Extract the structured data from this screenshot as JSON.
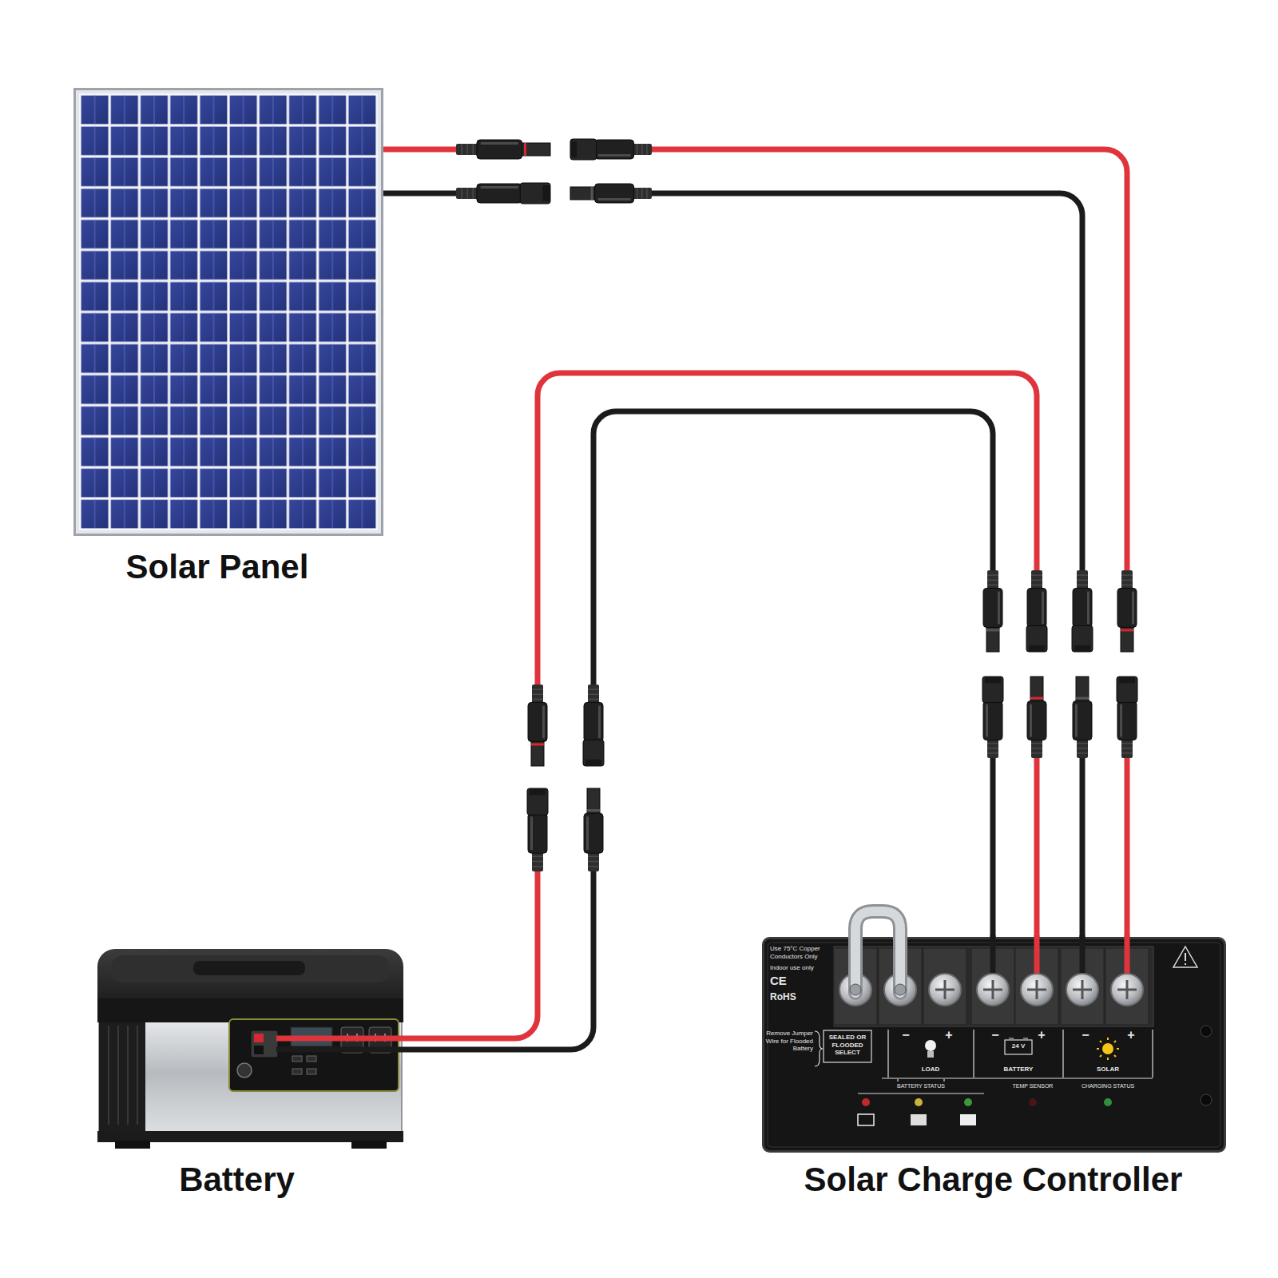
{
  "diagram": {
    "nodes": [
      {
        "text": [
          "Solar Panel"
        ]
      },
      {
        "text": [
          "Battery"
        ]
      },
      {
        "text": [
          "Solar Charge Controller"
        ]
      }
    ],
    "edges": [
      {
        "from": 0,
        "to": 2,
        "arrow": "none"
      },
      {
        "from": 2,
        "to": 1,
        "arrow": "none"
      }
    ],
    "labels": [
      "Use 75°C Copper Conductors Only",
      "Indoor use only",
      "CE",
      "RoHS",
      "Remove Jumper Wire for Flooded Battery",
      "SEALED OR FLOODED SELECT",
      "−",
      "+",
      "LOAD",
      "−",
      "+",
      "24 V",
      "BATTERY",
      "−",
      "+",
      "SOLAR",
      "BATTERY STATUS",
      "TEMP SENSOR",
      "CHARGING STATUS"
    ]
  }
}
